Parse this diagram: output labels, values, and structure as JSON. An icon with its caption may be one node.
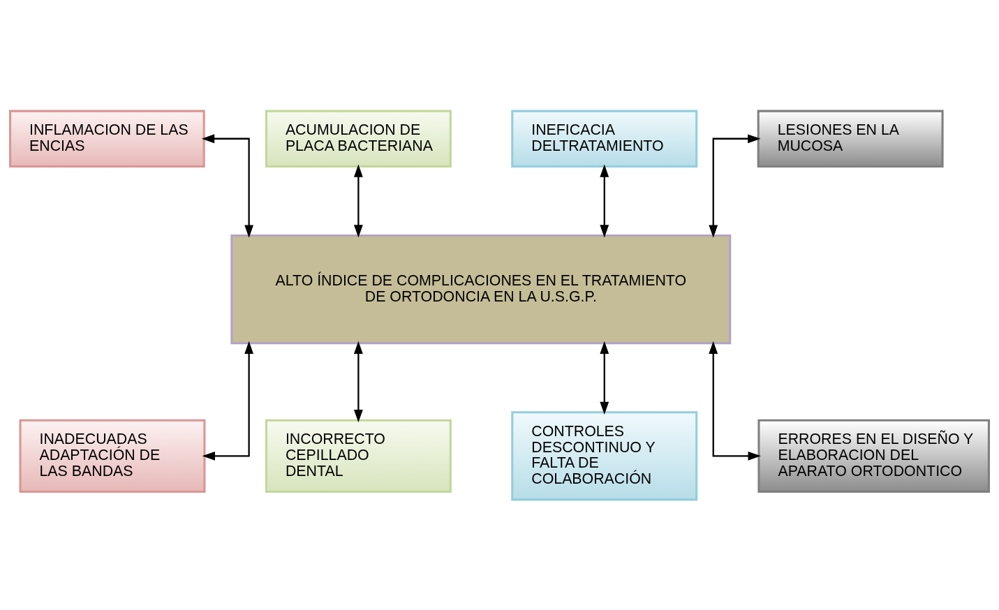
{
  "diagram": {
    "nodes": [
      {
        "text": [
          "INFLAMACION DE LAS ENCIAS"
        ]
      },
      {
        "text": [
          "ACUMULACION DE PLACA BACTERIANA"
        ]
      },
      {
        "text": [
          "INEFICACIA DELTRATAMIENTO"
        ]
      },
      {
        "text": [
          "LESIONES EN LA MUCOSA"
        ]
      },
      {
        "text": [
          "ALTO ÍNDICE DE COMPLICACIONES EN EL TRATAMIENTO DE ORTODONCIA EN LA U.S.G.P."
        ]
      },
      {
        "text": [
          "INADECUADAS ADAPTACIÓN DE LAS BANDAS"
        ]
      },
      {
        "text": [
          "INCORRECTO CEPILLADO DENTAL"
        ]
      },
      {
        "text": [
          "CONTROLES DESCONTINUO Y FALTA DE COLABORACIÓN"
        ]
      },
      {
        "text": [
          "ERRORES EN EL DISEÑO Y ELABORACION DEL APARATO ORTODONTICO"
        ]
      }
    ],
    "edges": [
      {
        "from": 0,
        "to": 4,
        "arrow": "both"
      },
      {
        "from": 1,
        "to": 4,
        "arrow": "both"
      },
      {
        "from": 2,
        "to": 4,
        "arrow": "both"
      },
      {
        "from": 3,
        "to": 4,
        "arrow": "both"
      },
      {
        "from": 4,
        "to": 5,
        "arrow": "both"
      },
      {
        "from": 4,
        "to": 6,
        "arrow": "both"
      },
      {
        "from": 4,
        "to": 7,
        "arrow": "both"
      },
      {
        "from": 4,
        "to": 8,
        "arrow": "both"
      }
    ]
  }
}
